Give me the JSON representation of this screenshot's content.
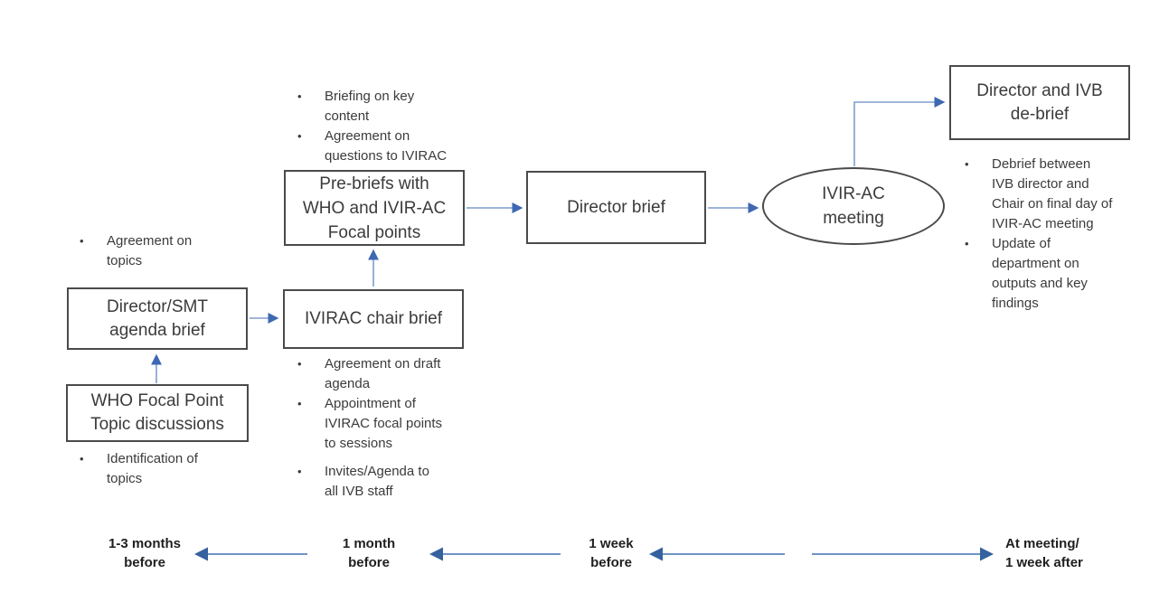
{
  "theme": {
    "canvas_bg": "#ffffff",
    "box_border": "#4a4a4a",
    "text": "#3b3b3b",
    "arrow_line": "#7f9cce",
    "arrow_head": "#3e68b2",
    "timeline_line": "#5b84be",
    "timeline_head": "#35619f",
    "timeline_text": "#1f1f1f"
  },
  "glyphs": {
    "bullet": "•"
  },
  "nodes": {
    "who_focal_point": {
      "shape": "rect",
      "label": [
        "WHO Focal Point",
        "Topic discussions"
      ]
    },
    "director_smt": {
      "shape": "rect",
      "label": [
        "Director/SMT",
        "agenda brief"
      ]
    },
    "ivirac_chair": {
      "shape": "rect",
      "label": [
        "IVIRAC chair brief"
      ]
    },
    "pre_briefs": {
      "shape": "rect",
      "label": [
        "Pre-briefs with",
        "WHO and IVIR-AC",
        "Focal points"
      ]
    },
    "director_brief": {
      "shape": "rect",
      "label": [
        "Director brief"
      ]
    },
    "ivirac_meeting": {
      "shape": "ellipse",
      "label": [
        "IVIR-AC",
        "meeting"
      ]
    },
    "director_ivb_debrief": {
      "shape": "rect",
      "label": [
        "Director and IVB",
        "de-brief"
      ]
    }
  },
  "notes": {
    "agreement_topics": {
      "items": [
        [
          "Agreement on",
          "topics"
        ]
      ]
    },
    "identification_topics": {
      "items": [
        [
          "Identification of",
          "topics"
        ]
      ]
    },
    "pre_brief_notes": {
      "items": [
        [
          "Briefing on key",
          "content"
        ],
        [
          "Agreement on",
          "questions to IVIRAC"
        ]
      ]
    },
    "chair_brief_notes": {
      "items": [
        [
          "Agreement on draft",
          "agenda"
        ],
        [
          "Appointment of",
          "IVIRAC focal points",
          "to sessions"
        ],
        [
          "Invites/Agenda to",
          "all IVB staff"
        ]
      ]
    },
    "debrief_notes": {
      "items": [
        [
          "Debrief between",
          "IVB director and",
          "Chair on final day of",
          "IVIR-AC meeting"
        ],
        [
          "Update of",
          "department on",
          "outputs and key",
          "findings"
        ]
      ]
    }
  },
  "timeline": {
    "labels": [
      [
        "1-3 months",
        "before"
      ],
      [
        "1 month",
        "before"
      ],
      [
        "1 week",
        "before"
      ],
      [
        "At meeting/",
        "1 week after"
      ]
    ]
  }
}
